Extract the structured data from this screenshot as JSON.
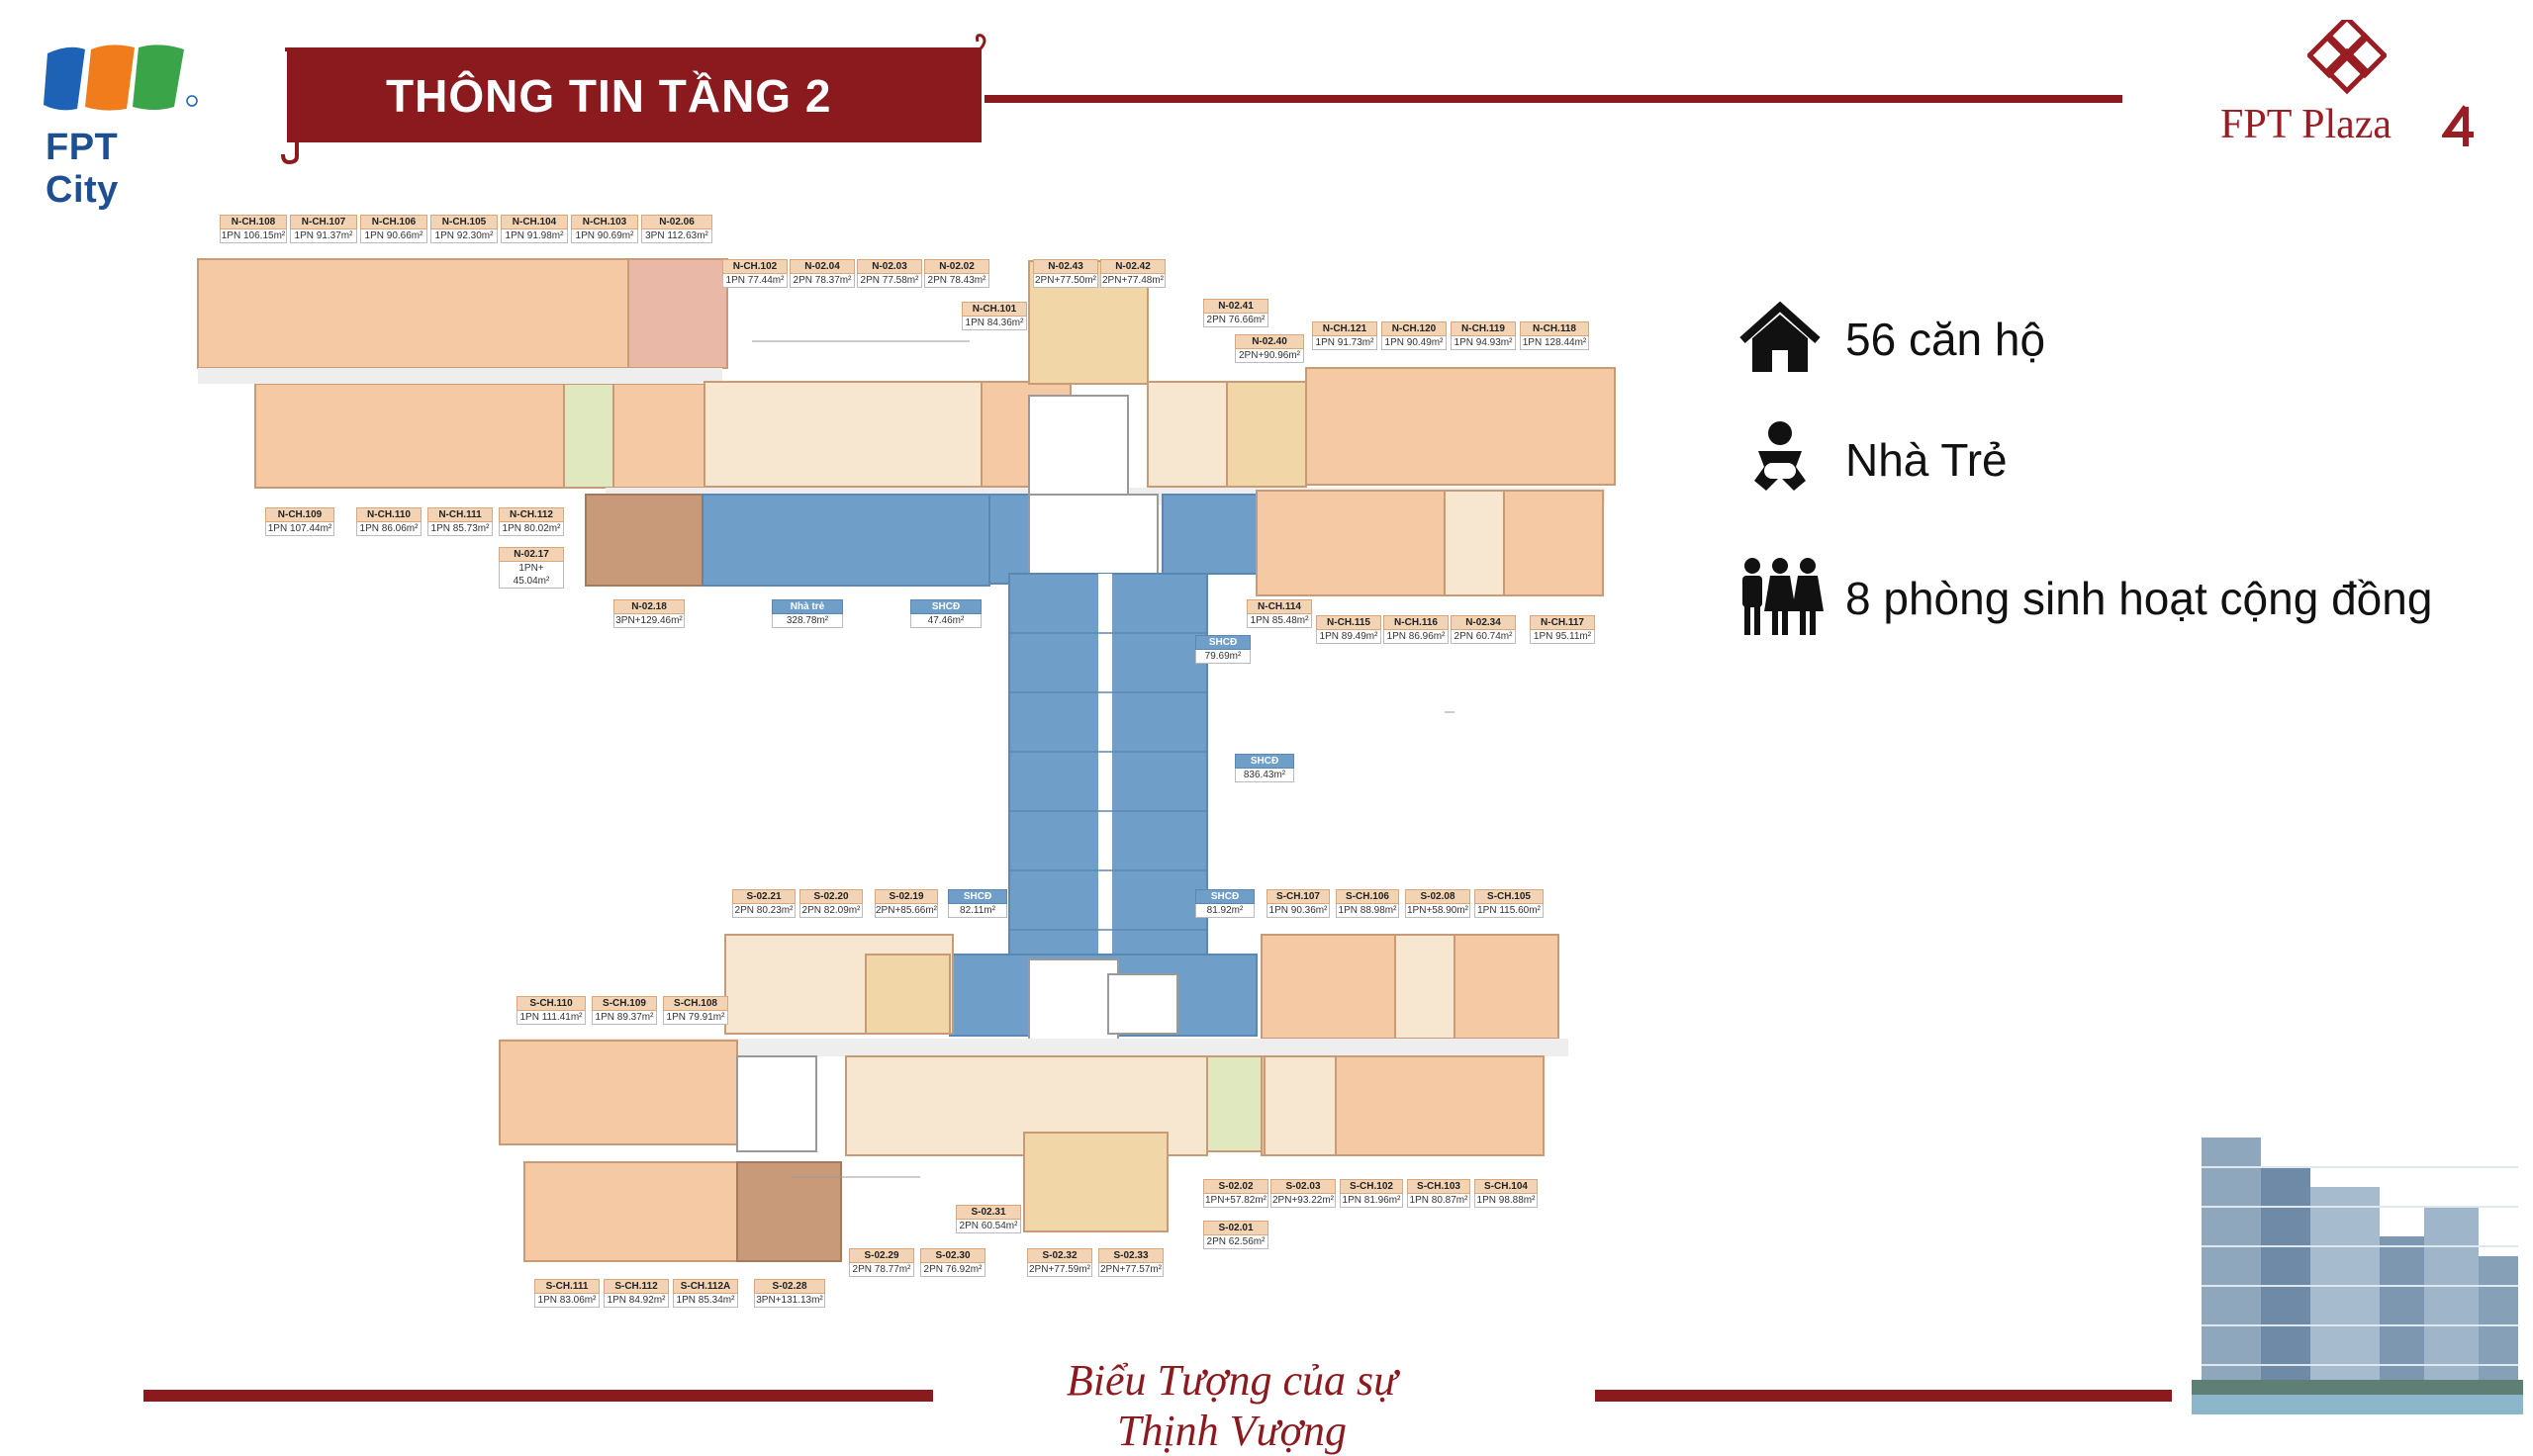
{
  "header": {
    "brand_left": "FPT City",
    "title": "THÔNG TIN TẦNG 2",
    "brand_right": "FPT Plaza"
  },
  "legend": [
    {
      "icon": "house-icon",
      "label": "56 căn hộ"
    },
    {
      "icon": "baby-icon",
      "label": "Nhà Trẻ"
    },
    {
      "icon": "people-group-icon",
      "label": "8 phòng sinh hoạt cộng đồng"
    }
  ],
  "footer": {
    "slogan": "Biểu Tượng của sự Thịnh Vượng"
  },
  "colors": {
    "brand_red": "#8b1a1f",
    "apartment": "#f5c9a3",
    "community": "#6f9fc9",
    "fpt_blue": "#1d4f91"
  },
  "units": {
    "north_top": [
      {
        "code": "N-CH.108",
        "area": "1PN 106.15m²"
      },
      {
        "code": "N-CH.107",
        "area": "1PN 91.37m²"
      },
      {
        "code": "N-CH.106",
        "area": "1PN 90.66m²"
      },
      {
        "code": "N-CH.105",
        "area": "1PN 92.30m²"
      },
      {
        "code": "N-CH.104",
        "area": "1PN 91.98m²"
      },
      {
        "code": "N-CH.103",
        "area": "1PN 90.69m²"
      },
      {
        "code": "N-02.06",
        "area": "3PN 112.63m²"
      }
    ],
    "north_mid": [
      {
        "code": "N-CH.102",
        "area": "1PN 77.44m²"
      },
      {
        "code": "N-02.04",
        "area": "2PN 78.37m²"
      },
      {
        "code": "N-02.03",
        "area": "2PN 77.58m²"
      },
      {
        "code": "N-02.02",
        "area": "2PN 78.43m²"
      },
      {
        "code": "N-CH.101",
        "area": "1PN 84.36m²"
      },
      {
        "code": "N-02.43",
        "area": "2PN+77.50m²"
      },
      {
        "code": "N-02.42",
        "area": "2PN+77.48m²"
      },
      {
        "code": "N-02.41",
        "area": "2PN 76.66m²"
      },
      {
        "code": "N-02.40",
        "area": "2PN+90.96m²"
      }
    ],
    "north_right": [
      {
        "code": "N-CH.121",
        "area": "1PN 91.73m²"
      },
      {
        "code": "N-CH.120",
        "area": "1PN 90.49m²"
      },
      {
        "code": "N-CH.119",
        "area": "1PN 94.93m²"
      },
      {
        "code": "N-CH.118",
        "area": "1PN 128.44m²"
      }
    ],
    "north_bottom": [
      {
        "code": "N-CH.109",
        "area": "1PN 107.44m²"
      },
      {
        "code": "N-CH.110",
        "area": "1PN 86.06m²"
      },
      {
        "code": "N-CH.111",
        "area": "1PN 85.73m²"
      },
      {
        "code": "N-CH.112",
        "area": "1PN 80.02m²"
      },
      {
        "code": "N-02.17",
        "area": "1PN+ 45.04m²"
      },
      {
        "code": "N-02.18",
        "area": "3PN+129.46m²"
      },
      {
        "code": "Nhà trẻ",
        "area": "328.78m²"
      },
      {
        "code": "SHCĐ",
        "area": "47.46m²"
      },
      {
        "code": "N-CH.114",
        "area": "1PN 85.48m²"
      },
      {
        "code": "N-CH.115",
        "area": "1PN 89.49m²"
      },
      {
        "code": "N-CH.116",
        "area": "1PN 86.96m²"
      },
      {
        "code": "N-02.34",
        "area": "2PN 60.74m²"
      },
      {
        "code": "N-CH.117",
        "area": "1PN 95.11m²"
      }
    ],
    "center": [
      {
        "code": "SHCĐ",
        "area": "79.69m²"
      },
      {
        "code": "SHCĐ",
        "area": "836.43m²"
      }
    ],
    "south_top": [
      {
        "code": "S-02.21",
        "area": "2PN 80.23m²"
      },
      {
        "code": "S-02.20",
        "area": "2PN 82.09m²"
      },
      {
        "code": "S-02.19",
        "area": "2PN+85.66m²"
      },
      {
        "code": "SHCĐ",
        "area": "82.11m²"
      },
      {
        "code": "SHCĐ",
        "area": "81.92m²"
      },
      {
        "code": "S-CH.107",
        "area": "1PN 90.36m²"
      },
      {
        "code": "S-CH.106",
        "area": "1PN 88.98m²"
      },
      {
        "code": "S-02.08",
        "area": "1PN+58.90m²"
      },
      {
        "code": "S-CH.105",
        "area": "1PN 115.60m²"
      }
    ],
    "south_left": [
      {
        "code": "S-CH.110",
        "area": "1PN 111.41m²"
      },
      {
        "code": "S-CH.109",
        "area": "1PN 89.37m²"
      },
      {
        "code": "S-CH.108",
        "area": "1PN 79.91m²"
      }
    ],
    "south_bottom": [
      {
        "code": "S-02.31",
        "area": "2PN 60.54m²"
      },
      {
        "code": "S-02.29",
        "area": "2PN 78.77m²"
      },
      {
        "code": "S-02.30",
        "area": "2PN 76.92m²"
      },
      {
        "code": "S-02.32",
        "area": "2PN+77.59m²"
      },
      {
        "code": "S-02.33",
        "area": "2PN+77.57m²"
      },
      {
        "code": "S-02.02",
        "area": "1PN+57.82m²"
      },
      {
        "code": "S-02.03",
        "area": "2PN+93.22m²"
      },
      {
        "code": "S-CH.102",
        "area": "1PN 81.96m²"
      },
      {
        "code": "S-CH.103",
        "area": "1PN 80.87m²"
      },
      {
        "code": "S-CH.104",
        "area": "1PN 98.88m²"
      },
      {
        "code": "S-02.01",
        "area": "2PN 62.56m²"
      },
      {
        "code": "S-CH.111",
        "area": "1PN 83.06m²"
      },
      {
        "code": "S-CH.112",
        "area": "1PN 84.92m²"
      },
      {
        "code": "S-CH.112A",
        "area": "1PN 85.34m²"
      },
      {
        "code": "S-02.28",
        "area": "3PN+131.13m²"
      }
    ]
  }
}
